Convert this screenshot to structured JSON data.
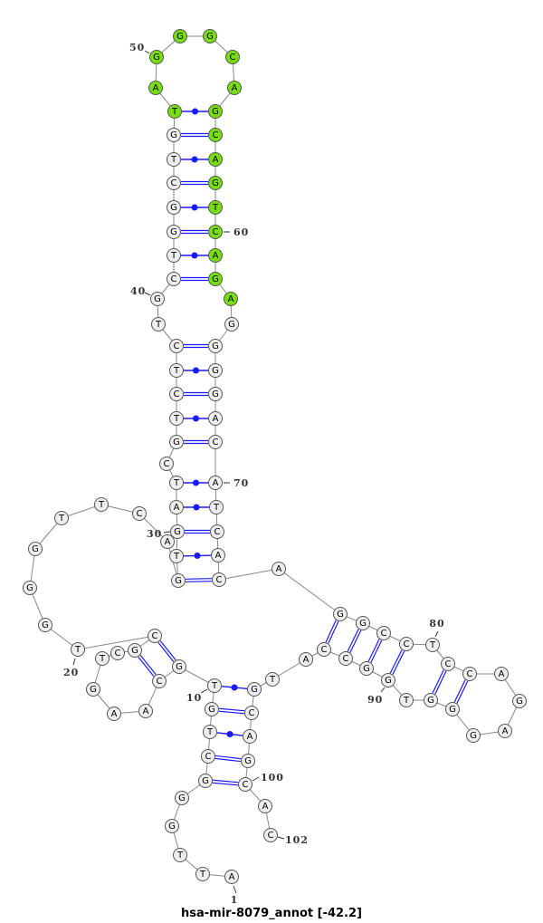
{
  "title": "hsa-mir-8079_annot [-42.2]",
  "sequence": [
    "A",
    "T",
    "T",
    "G",
    "G",
    "G",
    "C",
    "T",
    "G",
    "T",
    "G",
    "C",
    "A",
    "A",
    "G",
    "T",
    "C",
    "G",
    "C",
    "T",
    "G",
    "G",
    "G",
    "T",
    "T",
    "C",
    "A",
    "G",
    "T",
    "G",
    "A",
    "T",
    "C",
    "G",
    "T",
    "C",
    "T",
    "C",
    "T",
    "G",
    "C",
    "T",
    "G",
    "G",
    "C",
    "T",
    "G",
    "T",
    "A",
    "G",
    "G",
    "G",
    "C",
    "A",
    "G",
    "C",
    "A",
    "G",
    "T",
    "C",
    "A",
    "G",
    "A",
    "G",
    "G",
    "G",
    "G",
    "A",
    "C",
    "A",
    "T",
    "C",
    "A",
    "C",
    "A",
    "G",
    "G",
    "C",
    "C",
    "T",
    "C",
    "C",
    "A",
    "G",
    "A",
    "G",
    "G",
    "G",
    "T",
    "G",
    "G",
    "C",
    "C",
    "A",
    "T",
    "G",
    "C",
    "A",
    "G",
    "C",
    "A",
    "C"
  ],
  "pairs": [
    [
      6,
      100
    ],
    [
      7,
      99
    ],
    [
      8,
      98
    ],
    [
      9,
      97
    ],
    [
      10,
      96
    ],
    [
      11,
      19
    ],
    [
      12,
      18
    ],
    [
      28,
      74
    ],
    [
      29,
      73
    ],
    [
      30,
      72
    ],
    [
      31,
      71
    ],
    [
      32,
      70
    ],
    [
      34,
      69
    ],
    [
      35,
      68
    ],
    [
      36,
      67
    ],
    [
      37,
      66
    ],
    [
      38,
      65
    ],
    [
      41,
      62
    ],
    [
      42,
      61
    ],
    [
      43,
      60
    ],
    [
      44,
      59
    ],
    [
      45,
      58
    ],
    [
      46,
      57
    ],
    [
      47,
      56
    ],
    [
      48,
      55
    ],
    [
      76,
      93
    ],
    [
      77,
      92
    ],
    [
      78,
      91
    ],
    [
      79,
      90
    ],
    [
      81,
      88
    ],
    [
      82,
      87
    ]
  ],
  "highlighted_range": [
    48,
    63
  ],
  "index_labels": [
    {
      "n": 1,
      "text": "1"
    },
    {
      "n": 10,
      "text": "10"
    },
    {
      "n": 20,
      "text": "20"
    },
    {
      "n": 30,
      "text": "30"
    },
    {
      "n": 40,
      "text": "40"
    },
    {
      "n": 50,
      "text": "50"
    },
    {
      "n": 60,
      "text": "60"
    },
    {
      "n": 70,
      "text": "70"
    },
    {
      "n": 80,
      "text": "80"
    },
    {
      "n": 90,
      "text": "90"
    },
    {
      "n": 100,
      "text": "100"
    },
    {
      "n": 102,
      "text": "102"
    }
  ],
  "colors": {
    "node_fill": "#eeeeee",
    "highlight_fill": "#77dd11",
    "node_stroke": "#555555",
    "backbone": "#888888",
    "pair": "#1a1aff"
  }
}
